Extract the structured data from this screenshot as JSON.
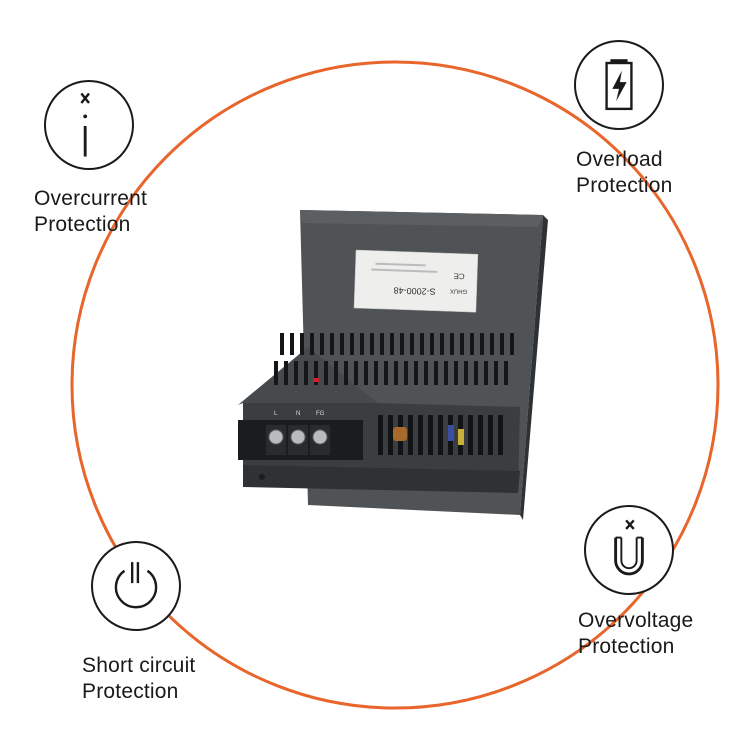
{
  "accent_color": "#e8652b",
  "features": {
    "overcurrent": {
      "line1": "Overcurrent",
      "line2": "Protection",
      "icon": "current-meter-icon"
    },
    "overload": {
      "line1": "Overload",
      "line2": "Protection",
      "icon": "battery-bolt-icon"
    },
    "short_circuit": {
      "line1": "Short circuit",
      "line2": "Protection",
      "icon": "power-icon"
    },
    "overvoltage": {
      "line1": "Overvoltage",
      "line2": "Protection",
      "icon": "magnet-icon"
    }
  },
  "product": {
    "brand": "GHUX",
    "model": "S-2000-48",
    "terminal_l": "L",
    "terminal_n": "N",
    "terminal_fg": "FG",
    "ce_mark": "CE"
  }
}
